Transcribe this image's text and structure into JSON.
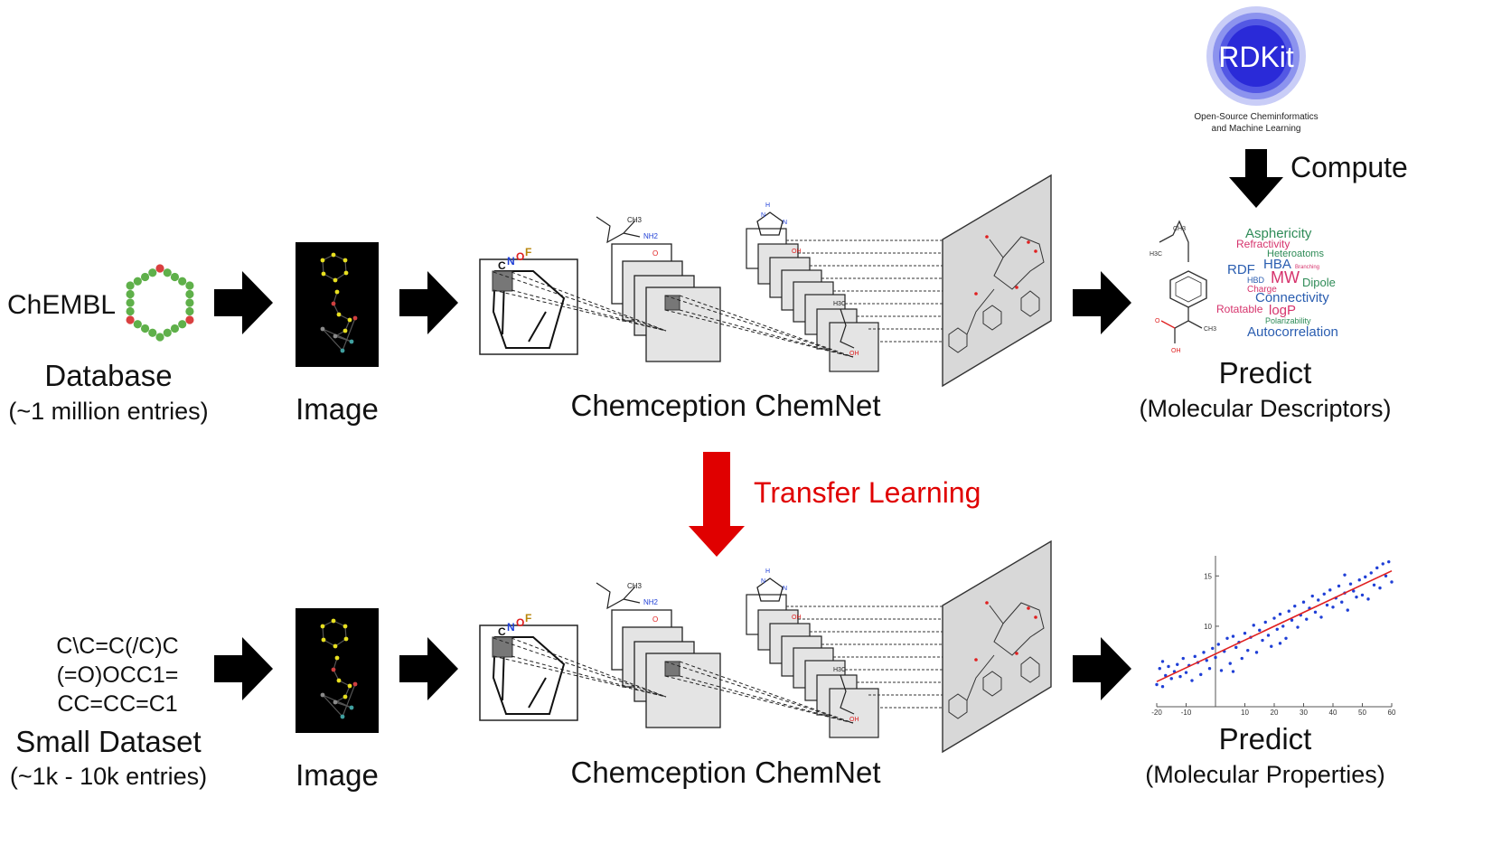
{
  "top_row": {
    "chembl_text": "ChEMBL",
    "database_label": "Database",
    "database_sub": "(~1 million entries)",
    "image_label": "Image",
    "chemnet_label": "Chemception ChemNet",
    "predict_label": "Predict",
    "predict_sub": "(Molecular Descriptors)"
  },
  "rdkit": {
    "logo_text": "RDKit",
    "tagline_line1": "Open-Source Cheminformatics",
    "tagline_line2": "and Machine Learning",
    "compute_label": "Compute"
  },
  "transfer_label": "Transfer Learning",
  "bottom_row": {
    "smiles_line1": "C\\C=C(/C)C",
    "smiles_line2": "(=O)OCC1=",
    "smiles_line3": "CC=CC=C1",
    "dataset_label": "Small Dataset",
    "dataset_sub": "(~1k - 10k entries)",
    "image_label": "Image",
    "chemnet_label": "Chemception ChemNet",
    "predict_label": "Predict",
    "predict_sub": "(Molecular Properties)"
  },
  "conv_letters": [
    "C",
    "N",
    "O",
    "F"
  ],
  "molecule_labels": {
    "ch3": "CH3",
    "nh2": "NH2",
    "oh": "OH",
    "o": "O",
    "h3c": "H3C",
    "h": "H",
    "n": "N"
  },
  "word_cloud": [
    {
      "text": "Asphericity",
      "color": "#2e8b57"
    },
    {
      "text": "Refractivity",
      "color": "#d6336c"
    },
    {
      "text": "Heteroatoms",
      "color": "#2e8b57"
    },
    {
      "text": "RDF",
      "color": "#2a5db0"
    },
    {
      "text": "HBA",
      "color": "#2a5db0"
    },
    {
      "text": "Branching",
      "color": "#d6336c"
    },
    {
      "text": "HBD",
      "color": "#2a5db0"
    },
    {
      "text": "MW",
      "color": "#d6336c"
    },
    {
      "text": "Dipole",
      "color": "#2e8b57"
    },
    {
      "text": "Charge",
      "color": "#d6336c"
    },
    {
      "text": "Connectivity",
      "color": "#2a5db0"
    },
    {
      "text": "Rotatable",
      "color": "#d6336c"
    },
    {
      "text": "logP",
      "color": "#d6336c"
    },
    {
      "text": "Polarizability",
      "color": "#2e8b57"
    },
    {
      "text": "Autocorrelation",
      "color": "#2a5db0"
    }
  ],
  "chart_data": {
    "type": "scatter",
    "x_ticks": [
      "-20",
      "-10",
      "10",
      "20",
      "30",
      "40",
      "50",
      "60"
    ],
    "y_ticks": [
      "10",
      "15"
    ],
    "xlim": [
      -20,
      60
    ],
    "ylim": [
      2,
      17
    ],
    "points": [
      [
        -20,
        4.2
      ],
      [
        -19,
        5.8
      ],
      [
        -18,
        6.5
      ],
      [
        -17,
        5.1
      ],
      [
        -16,
        6.0
      ],
      [
        -15,
        4.8
      ],
      [
        -14,
        5.5
      ],
      [
        -13,
        6.2
      ],
      [
        -12,
        5.0
      ],
      [
        -11,
        6.8
      ],
      [
        -10,
        5.4
      ],
      [
        -9,
        6.1
      ],
      [
        -8,
        4.6
      ],
      [
        -7,
        7.0
      ],
      [
        -6,
        6.4
      ],
      [
        -5,
        5.2
      ],
      [
        -4,
        7.4
      ],
      [
        -3,
        6.6
      ],
      [
        -2,
        5.8
      ],
      [
        -1,
        7.8
      ],
      [
        0,
        6.9
      ],
      [
        1,
        8.2
      ],
      [
        2,
        5.6
      ],
      [
        3,
        7.5
      ],
      [
        4,
        8.8
      ],
      [
        5,
        6.3
      ],
      [
        6,
        9.0
      ],
      [
        7,
        7.9
      ],
      [
        8,
        8.4
      ],
      [
        9,
        6.8
      ],
      [
        10,
        9.3
      ],
      [
        11,
        7.6
      ],
      [
        12,
        8.9
      ],
      [
        13,
        10.1
      ],
      [
        14,
        7.4
      ],
      [
        15,
        9.6
      ],
      [
        16,
        8.6
      ],
      [
        17,
        10.4
      ],
      [
        18,
        9.1
      ],
      [
        19,
        8.0
      ],
      [
        20,
        10.8
      ],
      [
        21,
        9.7
      ],
      [
        22,
        11.2
      ],
      [
        23,
        10.0
      ],
      [
        24,
        8.8
      ],
      [
        25,
        11.5
      ],
      [
        26,
        10.6
      ],
      [
        27,
        12.0
      ],
      [
        28,
        9.9
      ],
      [
        29,
        11.1
      ],
      [
        30,
        12.4
      ],
      [
        31,
        10.7
      ],
      [
        32,
        11.8
      ],
      [
        33,
        13.0
      ],
      [
        34,
        11.4
      ],
      [
        35,
        12.6
      ],
      [
        36,
        10.9
      ],
      [
        37,
        13.2
      ],
      [
        38,
        12.1
      ],
      [
        39,
        13.6
      ],
      [
        40,
        11.9
      ],
      [
        41,
        12.8
      ],
      [
        42,
        14.0
      ],
      [
        43,
        12.4
      ],
      [
        44,
        13.3
      ],
      [
        45,
        11.6
      ],
      [
        46,
        14.2
      ],
      [
        47,
        13.5
      ],
      [
        48,
        12.9
      ],
      [
        49,
        14.6
      ],
      [
        50,
        13.1
      ],
      [
        51,
        14.9
      ],
      [
        52,
        12.7
      ],
      [
        53,
        15.3
      ],
      [
        54,
        14.1
      ],
      [
        55,
        15.8
      ],
      [
        56,
        13.8
      ],
      [
        57,
        16.2
      ],
      [
        58,
        15.0
      ],
      [
        59,
        16.4
      ],
      [
        60,
        14.4
      ],
      [
        -18,
        4.0
      ],
      [
        6,
        5.5
      ],
      [
        22,
        8.3
      ],
      [
        44,
        15.1
      ]
    ],
    "fit_line": [
      [
        -20,
        4.5
      ],
      [
        60,
        15.5
      ]
    ],
    "point_color": "#1f3fd6",
    "line_color": "#e02020"
  },
  "colors": {
    "arrow": "#000000",
    "transfer_arrow": "#e00000",
    "transfer_text": "#e00000",
    "chembl_text": "#1b4d4d",
    "atom_green": "#5fb04a",
    "atom_red": "#d94040",
    "rdkit_blue": "#2a2ad8",
    "panel_gray": "#d8d8d8"
  }
}
